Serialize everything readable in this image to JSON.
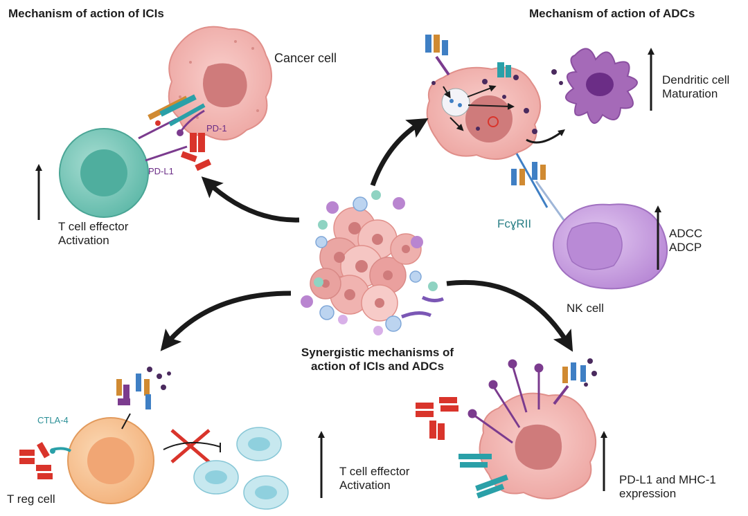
{
  "titles": {
    "icis": "Mechanism of action of ICIs",
    "adcs": "Mechanism of action of ADCs",
    "center": "Synergistic mechanisms of\naction of ICIs and ADCs"
  },
  "labels": {
    "cancer_cell": "Cancer cell",
    "pd1": "PD-1",
    "pdl1": "PD-L1",
    "tcell_activation_top": "T cell  effector\nActivation",
    "dendritic": "Dendritic cell\nMaturation",
    "fcgrii": "FcɣRII",
    "adcc": "ADCC\nADCP",
    "nk_cell": "NK cell",
    "ctla4": "CTLA-4",
    "treg_cell": "T reg cell",
    "tcell_activation_bottom": "T cell  effector\nActivation",
    "pdl1_mhc": "PD-L1 and MHC-1\nexpression"
  },
  "colors": {
    "cancer": "#f4b6b3",
    "cancer_nucleus": "#d48080",
    "tcell": "#7fc9bb",
    "tcell_nucleus": "#4fae9e",
    "dendritic": "#a56ab8",
    "nk": "#c9a3e0",
    "treg": "#f8c8a0",
    "red_antibody": "#d9342b",
    "blue_antibody": "#3f7fc4",
    "teal_receptor": "#2aa0a8",
    "purple": "#7b3b8e",
    "arrow": "#1a1a1a"
  }
}
